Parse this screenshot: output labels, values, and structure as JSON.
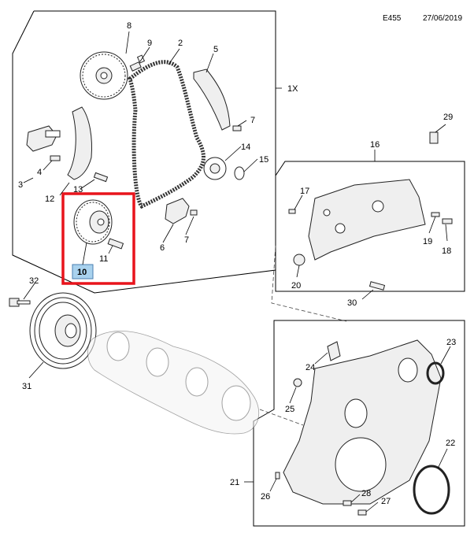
{
  "header": {
    "diagram_ref": "E455",
    "date": "27/06/2019"
  },
  "colors": {
    "highlight_box": "#e8141c",
    "selected_label_bg": "#a9d2ee",
    "line": "#000000"
  },
  "qty_label": "1X",
  "callouts": {
    "p2": "2",
    "p3": "3",
    "p4": "4",
    "p5": "5",
    "p6": "6",
    "p7a": "7",
    "p7b": "7",
    "p8": "8",
    "p9": "9",
    "p10": "10",
    "p11": "11",
    "p12": "12",
    "p13": "13",
    "p14": "14",
    "p15": "15",
    "p16": "16",
    "p17": "17",
    "p18": "18",
    "p19": "19",
    "p20": "20",
    "p21": "21",
    "p22": "22",
    "p23": "23",
    "p24": "24",
    "p25": "25",
    "p26": "26",
    "p27": "27",
    "p28": "28",
    "p29": "29",
    "p30": "30",
    "p31": "31",
    "p32": "32"
  },
  "selected_part": "10"
}
